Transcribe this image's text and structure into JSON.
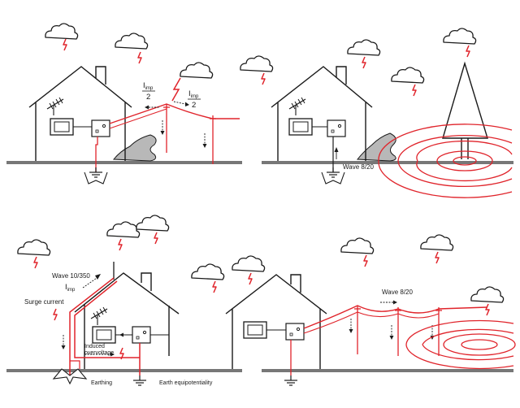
{
  "panels": {
    "top": {
      "left": {
        "current_label_main": "I",
        "current_label_sub": "imp",
        "current_label_den": "2",
        "current_label2_main": "I",
        "current_label2_sub": "imp",
        "current_label2_den": "2"
      },
      "right": {
        "wave_label": "Wave 8/20"
      }
    },
    "bottom": {
      "left": {
        "wave_label": "Wave 10/350",
        "imp_main": "I",
        "imp_sub": "imp",
        "surge_label": "Surge current",
        "induced_line1": "Induced",
        "induced_line2": "overvoltage",
        "earthing_label": "Earthing",
        "equipotential_label": "Earth equipotentiality"
      },
      "right": {
        "wave_label": "Wave 8/20"
      }
    }
  },
  "colors": {
    "line": "#1a1a1a",
    "accent": "#e0242b",
    "ground": "#777777"
  }
}
